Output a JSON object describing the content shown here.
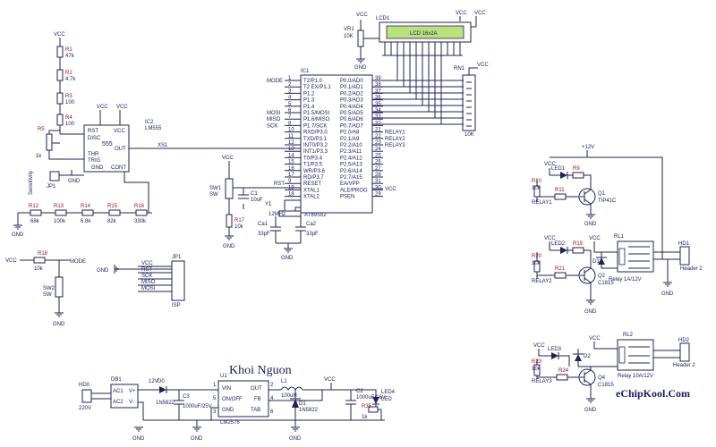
{
  "labels": {
    "block_title": "Khoi Nguon",
    "brand": "eChipKool.Com",
    "vcc": "VCC",
    "gnd": "GND",
    "v12": "12V",
    "vplus12": "+12V"
  },
  "ic1": {
    "ref": "IC1",
    "part": "AT89S52",
    "left_pins": [
      "T2/P1.0",
      "T2 EX/P1.1",
      "P1.2",
      "P1.3",
      "P1.4",
      "P1.5/MOSI",
      "P1.6/MISO",
      "P1.7/SCK",
      "RXD/P3.0",
      "TXD/P3.1",
      "INT0/P3.2",
      "INT1/P3.3",
      "T0/P3.4",
      "T1/P3.5",
      "WR/P3.6",
      "RD/P3.7",
      "RESET",
      "XTAL1",
      "XTAL2"
    ],
    "right_pins": [
      "P0.0/AD0",
      "P0.1/AD1",
      "P0.2/AD2",
      "P0.3/AD3",
      "P0.4/AD4",
      "P0.5/AD5",
      "P0.6/AD6",
      "P0.7/AD7",
      "P2.0/A8",
      "P2.1/A9",
      "P2.2/A10",
      "P2.3/A11",
      "P2.4/A12",
      "P2.5/A13",
      "P2.6/A14",
      "P2.7/A15",
      "EA/VPP",
      "ALE/PROG",
      "PSEN"
    ],
    "left_nums": [
      "1",
      "2",
      "3",
      "4",
      "5",
      "6",
      "7",
      "8",
      "10",
      "11",
      "12",
      "13",
      "14",
      "15",
      "16",
      "17",
      "9",
      "19",
      "18"
    ],
    "right_nums": [
      "39",
      "38",
      "37",
      "36",
      "35",
      "34",
      "33",
      "32",
      "21",
      "22",
      "23",
      "24",
      "25",
      "26",
      "27",
      "28",
      "31",
      "30",
      "29"
    ],
    "left_nets": [
      "MODE",
      "",
      "",
      "",
      "",
      "MOSI",
      "MISO",
      "SCK"
    ],
    "right_nets": [
      "RELAY1",
      "RELAY2",
      "RELAY3"
    ]
  },
  "ic2": {
    "ref": "IC2",
    "part": "LM555",
    "chip": "555",
    "pins": [
      "RST",
      "DISC",
      "THR",
      "TRIG",
      "GND",
      "VCC",
      "OUT",
      "CONT"
    ],
    "out_net": "XS1"
  },
  "lcd": {
    "ref": "LCD1",
    "text": "LCD 16x2A",
    "pot_ref": "VR1",
    "pot_val": "10K"
  },
  "rn1": {
    "ref": "RN1",
    "val": "10K"
  },
  "res_chain_v": [
    {
      "ref": "R1",
      "val": "47k"
    },
    {
      "ref": "R2",
      "val": "4.7k"
    },
    {
      "ref": "R3",
      "val": "100"
    },
    {
      "ref": "R4",
      "val": "100"
    }
  ],
  "res_chain_h": [
    {
      "ref": "R12",
      "val": "68k"
    },
    {
      "ref": "R13",
      "val": "100k"
    },
    {
      "ref": "R14",
      "val": "6.8k"
    },
    {
      "ref": "R15",
      "val": "82k"
    },
    {
      "ref": "R16",
      "val": "330k"
    }
  ],
  "left_misc": {
    "r5": "R5",
    "r5_val": "1k",
    "sensitivity": "Sensitivity",
    "jp1": "JP1",
    "c": "C1",
    "c_val": "10uF"
  },
  "reset": {
    "sw": "SW1",
    "sw_val": "SW",
    "r": "R17",
    "r_val": "10k",
    "c": "C1",
    "c_val": "10uF",
    "net": "RST"
  },
  "crystal": {
    "ref": "Y1",
    "val": "12MHz",
    "ca": "Ca1",
    "ca_val": "33pF",
    "cb": "Ca2",
    "cb_val": "33pF"
  },
  "mode": {
    "r": "R18",
    "r_val": "10k",
    "net": "MODE",
    "sw": "SW2",
    "sw_val": "SW"
  },
  "isp": {
    "ref": "JP1",
    "lbl": "ISP",
    "nets": [
      "VCC",
      "RST",
      "SCK",
      "MISO",
      "MOSI"
    ]
  },
  "power": {
    "conn": "HD0",
    "conn_val": "220V",
    "bridge": "DB1",
    "bridge_pins": [
      "AC1",
      "AC2",
      "V+",
      "V-"
    ],
    "diode": "D0",
    "diode_val": "1N5822",
    "c_in": "C3",
    "c_in_val": "1000uF/25V",
    "reg": "U1",
    "reg_val": "LM2576",
    "reg_pins": [
      "VIN",
      "ON/OFF",
      "GND",
      "OUT",
      "FB",
      "TAB"
    ],
    "reg_nums": [
      "1",
      "5",
      "3",
      "2",
      "4",
      "6"
    ],
    "l": "L1",
    "l_val": "100uH",
    "d2": "D1",
    "d2_val": "1N5822",
    "c_out": "C2",
    "c_out_val": "1000uF/16V",
    "r": "R35",
    "r_val": "1k",
    "led": "LED4",
    "led_val": "LED"
  },
  "relay_top": {
    "vdd": "+12V",
    "led": "LED1",
    "r9": "R9",
    "r10": "R10",
    "r10_val": "10k",
    "r11": "R11",
    "net": "RELAY1",
    "q": "Q1",
    "q_val": "TIP41C"
  },
  "relay_mid": {
    "led": "LED2",
    "r19": "R19",
    "r20": "R20",
    "r20_val": "10k",
    "r21": "R21",
    "d": "D1",
    "net": "RELAY2",
    "q": "Q2",
    "q_val": "C1815",
    "rl": "RL1",
    "rl_val": "Relay 1A/12V",
    "hd": "HD1",
    "hd_val": "Header 2"
  },
  "relay_bot": {
    "led": "LED3",
    "r23": "R23",
    "r23_val": "10k",
    "r24": "R24",
    "d": "D2",
    "net": "RELAY3",
    "q": "Q4",
    "q_val": "C1815",
    "rl": "RL2",
    "rl_val": "Relay 10A/12V",
    "hd": "HD2",
    "hd_val": "Header 2"
  }
}
